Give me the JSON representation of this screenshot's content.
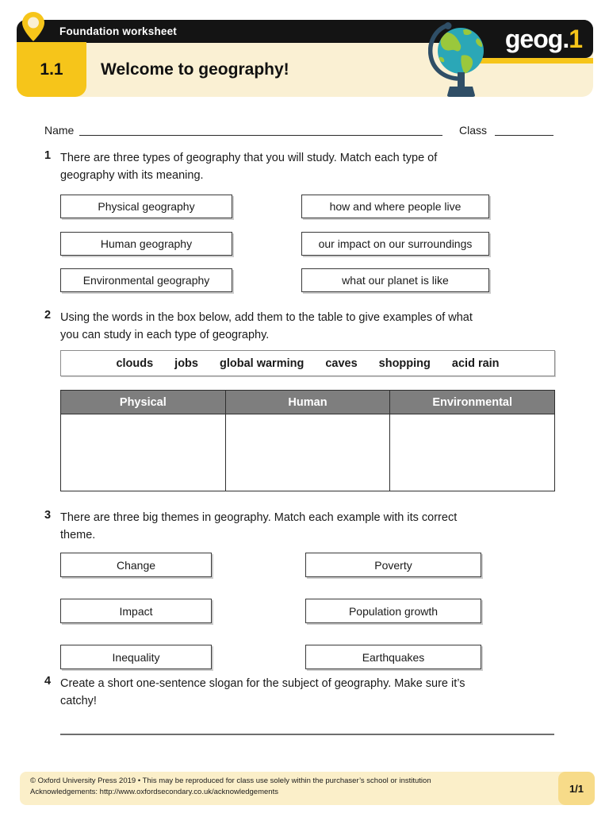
{
  "header": {
    "tagline": "Foundation worksheet",
    "lesson_number": "1.1",
    "title": "Welcome to geography!",
    "brand_name": "geog.",
    "brand_series": "1",
    "colors": {
      "accent_yellow": "#F6C51A",
      "cream": "#FAF0D3",
      "bar_black": "#141414"
    },
    "icons": [
      "map-pin-icon",
      "globe-icon"
    ]
  },
  "name_class": {
    "name_label": "Name",
    "class_label": "Class"
  },
  "questions": [
    {
      "number": "1",
      "text": "There are three types of geography that you will study. Match each type of\ngeography with its meaning.",
      "left_boxes": [
        "Physical geography",
        "Human geography",
        "Environmental geography"
      ],
      "right_boxes": [
        "how and where people live",
        "our impact on our surroundings",
        "what our planet is like"
      ]
    },
    {
      "number": "2",
      "text": "Using the words in the box below, add them to the table to give examples of what\nyou can study in each type of geography.",
      "word_bank": [
        "clouds",
        "jobs",
        "global warming",
        "caves",
        "shopping",
        "acid rain"
      ],
      "table_headers": [
        "Physical",
        "Human",
        "Environmental"
      ]
    },
    {
      "number": "3",
      "text": "There are three big themes in geography. Match each example with its correct\ntheme.",
      "left_boxes": [
        "Change",
        "Impact",
        "Inequality"
      ],
      "right_boxes": [
        "Poverty",
        "Population growth",
        "Earthquakes"
      ]
    },
    {
      "number": "4",
      "text": "Create a short one-sentence slogan for the subject of geography. Make sure it’s\ncatchy!"
    }
  ],
  "footer": {
    "line1": "© Oxford University Press 2019  •  This may be reproduced for class use solely within the purchaser’s school or institution",
    "line2": "Acknowledgements: http://www.oxfordsecondary.co.uk/acknowledgements",
    "page_number": "1/1"
  }
}
